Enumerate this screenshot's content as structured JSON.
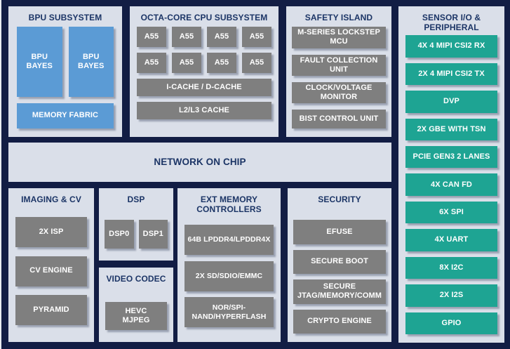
{
  "colors": {
    "background_navy": "#121d44",
    "panel_background": "#dadfe9",
    "title_text": "#1c3566",
    "block_blue": "#5b9bd5",
    "block_gray": "#7f7f7f",
    "block_teal": "#1ea493",
    "block_text": "#ffffff"
  },
  "panels": {
    "bpu": {
      "title": "BPU SUBSYSTEM",
      "blocks": [
        "BPU BAYES",
        "BPU BAYES",
        "MEMORY FABRIC"
      ]
    },
    "cpu": {
      "title": "OCTA-CORE CPU SUBSYSTEM",
      "cores": [
        "A55",
        "A55",
        "A55",
        "A55",
        "A55",
        "A55",
        "A55",
        "A55"
      ],
      "cache1": "I-CACHE / D-CACHE",
      "cache2": "L2/L3 CACHE"
    },
    "safety": {
      "title": "SAFETY ISLAND",
      "blocks": [
        "M-SERIES LOCKSTEP MCU",
        "FAULT COLLECTION UNIT",
        "CLOCK/VOLTAGE MONITOR",
        "BIST CONTROL UNIT"
      ]
    },
    "sensor": {
      "title": "SENSOR I/O & PERIPHERAL",
      "blocks": [
        "4X 4 MIPI CSI2 RX",
        "2X 4 MIPI CSI2 TX",
        "DVP",
        "2X GBE WITH TSN",
        "PCIE GEN3 2 LANES",
        "4X CAN FD",
        "6X SPI",
        "4X UART",
        "8X I2C",
        "2X I2S",
        "GPIO"
      ]
    },
    "noc": {
      "title": "NETWORK ON CHIP"
    },
    "imaging": {
      "title": "IMAGING & CV",
      "blocks": [
        "2X ISP",
        "CV ENGINE",
        "PYRAMID"
      ]
    },
    "dsp": {
      "title": "DSP",
      "blocks": [
        "DSP0",
        "DSP1"
      ]
    },
    "video_codec": {
      "title": "VIDEO CODEC",
      "blocks": [
        "HEVC MJPEG"
      ]
    },
    "ext_memory": {
      "title": "EXT MEMORY CONTROLLERS",
      "blocks": [
        "64B LPDDR4/LPDDR4X",
        "2X SD/SDIO/EMMC",
        "NOR/SPI-NAND/HYPERFLASH"
      ]
    },
    "security": {
      "title": "SECURITY",
      "blocks": [
        "EFUSE",
        "SECURE BOOT",
        "SECURE JTAG/MEMORY/COMM",
        "CRYPTO ENGINE"
      ]
    }
  }
}
